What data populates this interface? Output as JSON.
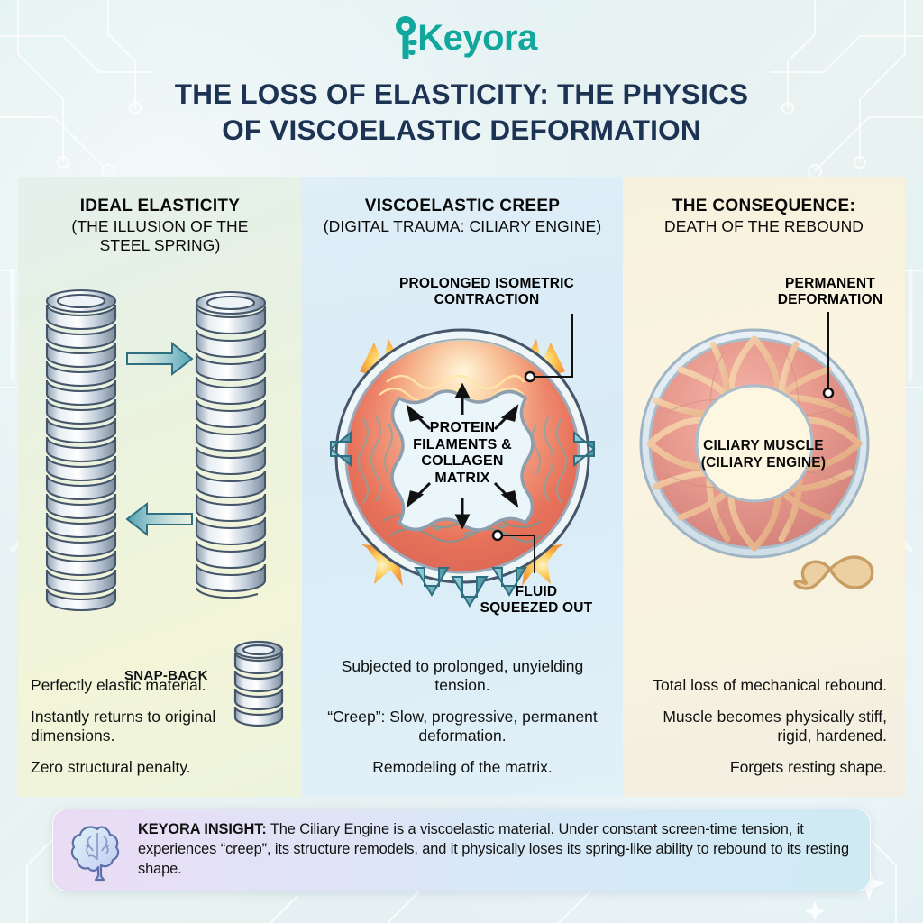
{
  "brand": {
    "name": "Keyora",
    "color": "#12a79d",
    "logo_icon": "key-icon"
  },
  "header": {
    "title": "THE LOSS OF ELASTICITY: THE PHYSICS OF VISCOELASTIC DEFORMATION",
    "title_line_1": "THE LOSS OF ELASTICITY: THE PHYSICS",
    "title_line_2": "OF VISCOELASTIC DEFORMATION",
    "title_color": "#1d3354"
  },
  "panels": [
    {
      "id": "ideal-elasticity",
      "heading": "IDEAL ELASTICITY",
      "subheading_line_1": "(THE ILLUSION OF THE",
      "subheading_line_2": "STEEL SPRING)",
      "diagram": "two-coil-springs-with-arrows",
      "arrow_label": "SNAP-BACK",
      "bullets": [
        "Perfectly elastic material.",
        "Instantly returns to original dimensions.",
        "Zero structural penalty."
      ],
      "accent": "#7fb8c9"
    },
    {
      "id": "viscoelastic-creep",
      "heading": "VISCOELASTIC CREEP",
      "subheading_line_1": "(DIGITAL TRAUMA: CILIARY ENGINE)",
      "diagram": "stressed-ciliary-ring-cross-section",
      "callout_top_line_1": "PROLONGED ISOMETRIC",
      "callout_top_line_2": "CONTRACTION",
      "callout_bottom_line_1": "FLUID",
      "callout_bottom_line_2": "SQUEEZED OUT",
      "core_label_line_1": "PROTEIN",
      "core_label_line_2": "FILAMENTS &",
      "core_label_line_3": "COLLAGEN",
      "core_label_line_4": "MATRIX",
      "bullets": [
        "Subjected to prolonged, unyielding tension.",
        "“Creep”: Slow, progressive, permanent deformation.",
        "Remodeling of the matrix."
      ],
      "accent": "#e8694a"
    },
    {
      "id": "the-consequence",
      "heading": "THE CONSEQUENCE:",
      "subheading_line_1": "DEATH OF THE REBOUND",
      "diagram": "deformed-ciliary-muscle-ring",
      "callout_line_1": "PERMANENT",
      "callout_line_2": "DEFORMATION",
      "ring_label_line_1": "CILIARY MUSCLE",
      "ring_label_line_2": "(CILIARY ENGINE)",
      "bullets": [
        "Total loss of mechanical rebound.",
        "Muscle becomes physically stiff, rigid, hardened.",
        "Forgets resting shape."
      ],
      "accent": "#e0a07e"
    }
  ],
  "insight": {
    "icon": "brain-icon",
    "label": "KEYORA INSIGHT:",
    "body": "The Ciliary Engine is a viscoelastic material. Under constant screen-time tension, it experiences “creep”, its structure remodels, and it physically loses its spring-like ability to rebound to its resting shape."
  }
}
